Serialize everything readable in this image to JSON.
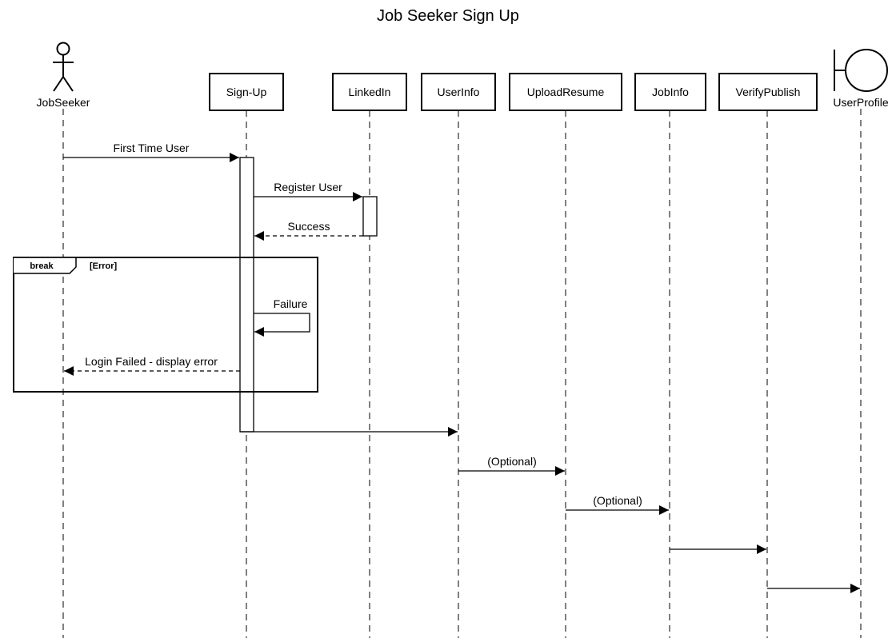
{
  "title": "Job Seeker Sign Up",
  "participants": [
    {
      "id": "jobseeker",
      "name": "JobSeeker",
      "kind": "actor"
    },
    {
      "id": "signup",
      "name": "Sign-Up",
      "kind": "box"
    },
    {
      "id": "linkedin",
      "name": "LinkedIn",
      "kind": "box"
    },
    {
      "id": "userinfo",
      "name": "UserInfo",
      "kind": "box"
    },
    {
      "id": "uploadresume",
      "name": "UploadResume",
      "kind": "box"
    },
    {
      "id": "jobinfo",
      "name": "JobInfo",
      "kind": "box"
    },
    {
      "id": "verifypublish",
      "name": "VerifyPublish",
      "kind": "box"
    },
    {
      "id": "userprofile",
      "name": "UserProfile",
      "kind": "boundary"
    }
  ],
  "messages": [
    {
      "from": "jobseeker",
      "to": "signup",
      "label": "First Time User",
      "style": "sync"
    },
    {
      "from": "signup",
      "to": "linkedin",
      "label": "Register User",
      "style": "sync"
    },
    {
      "from": "linkedin",
      "to": "signup",
      "label": "Success",
      "style": "return"
    },
    {
      "from": "signup",
      "to": "signup",
      "label": "Failure",
      "style": "self"
    },
    {
      "from": "signup",
      "to": "jobseeker",
      "label": "Login Failed - display error",
      "style": "return"
    },
    {
      "from": "signup",
      "to": "userinfo",
      "label": "",
      "style": "sync"
    },
    {
      "from": "userinfo",
      "to": "uploadresume",
      "label": "(Optional)",
      "style": "sync"
    },
    {
      "from": "uploadresume",
      "to": "jobinfo",
      "label": "(Optional)",
      "style": "sync"
    },
    {
      "from": "jobinfo",
      "to": "verifypublish",
      "label": "",
      "style": "sync"
    },
    {
      "from": "verifypublish",
      "to": "userprofile",
      "label": "",
      "style": "sync"
    }
  ],
  "fragment": {
    "operator": "break",
    "guard": "[Error]"
  }
}
